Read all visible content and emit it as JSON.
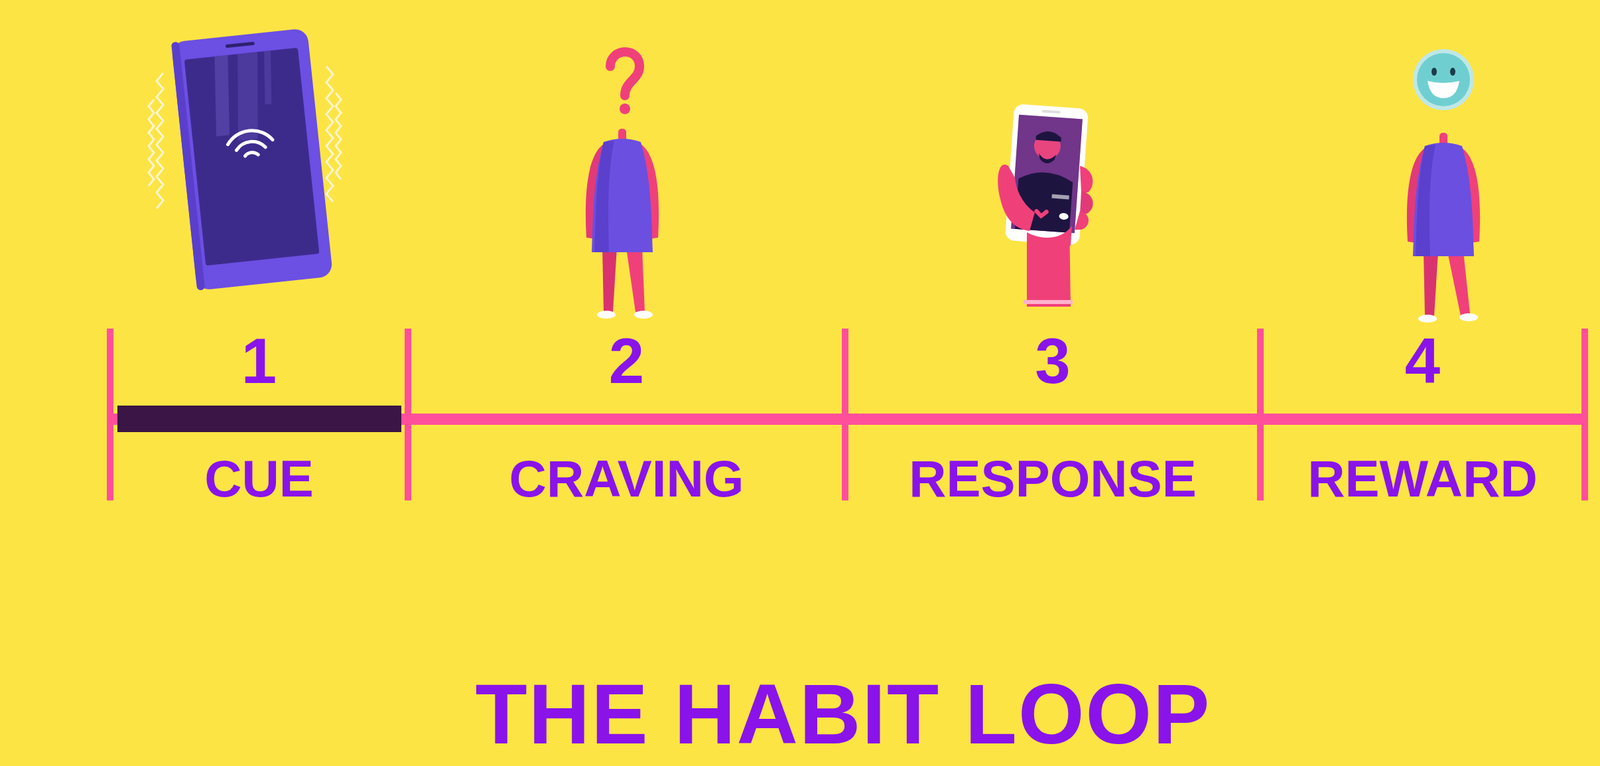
{
  "diagram": {
    "title": "THE HABIT LOOP",
    "nodes": [
      {
        "text": [
          "1",
          "CUE"
        ]
      },
      {
        "text": [
          "2",
          "CRAVING"
        ]
      },
      {
        "text": [
          "3",
          "RESPONSE"
        ]
      },
      {
        "text": [
          "4",
          "REWARD"
        ]
      }
    ]
  }
}
